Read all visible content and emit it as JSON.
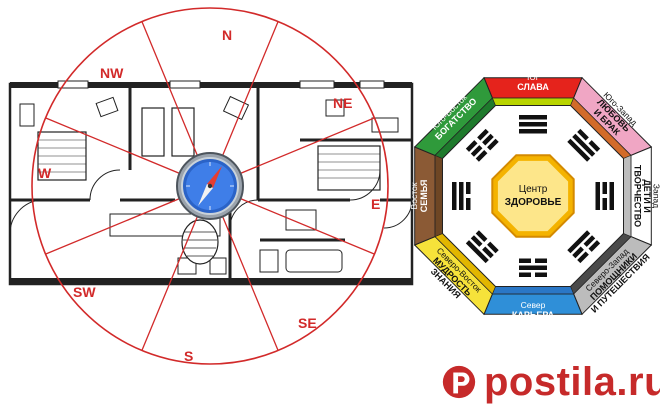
{
  "floorplan": {
    "directions": [
      {
        "id": "n",
        "label": "N"
      },
      {
        "id": "nw",
        "label": "NW"
      },
      {
        "id": "ne",
        "label": "NE"
      },
      {
        "id": "w",
        "label": "W"
      },
      {
        "id": "e",
        "label": "E"
      },
      {
        "id": "sw",
        "label": "SW"
      },
      {
        "id": "s",
        "label": "S"
      },
      {
        "id": "se",
        "label": "SE"
      }
    ],
    "compass_color": "#d22a2a"
  },
  "bagua": {
    "center": {
      "line1": "Центр",
      "line2": "ЗДОРОВЬЕ"
    },
    "sectors": [
      {
        "id": "south",
        "line1": "Юг",
        "line2": "СЛАВА",
        "color": "#e5231c"
      },
      {
        "id": "southwest",
        "line1": "Юго-Запад",
        "line2": "ЛЮБОВЬ",
        "line3": "И БРАК",
        "color": "#f0a6c4"
      },
      {
        "id": "west",
        "line1": "Запад",
        "line2": "ДЕТИ И",
        "line3": "ТВОРЧЕСТВО",
        "color": "#ffffff"
      },
      {
        "id": "northwest",
        "line1": "Северо-Запад",
        "line2": "ПОМОЩНИКИ",
        "line3": "И ПУТЕШЕСТВИЯ",
        "color": "#bcbcbc"
      },
      {
        "id": "north",
        "line1": "Север",
        "line2": "КАРЬЕРА",
        "color": "#2f8fd8"
      },
      {
        "id": "northeast",
        "line1": "Северо-Восток",
        "line2": "МУДРОСТЬ",
        "line3": "ЗНАНИЯ",
        "color": "#f6e23a"
      },
      {
        "id": "east",
        "line1": "Восток",
        "line2": "СЕМЬЯ",
        "color": "#8b5a35"
      },
      {
        "id": "southeast",
        "line1": "Юго-Восток",
        "line2": "БОГАТСТВО",
        "color": "#2f9a3b"
      }
    ]
  },
  "watermark": {
    "text": "postila.ru"
  }
}
